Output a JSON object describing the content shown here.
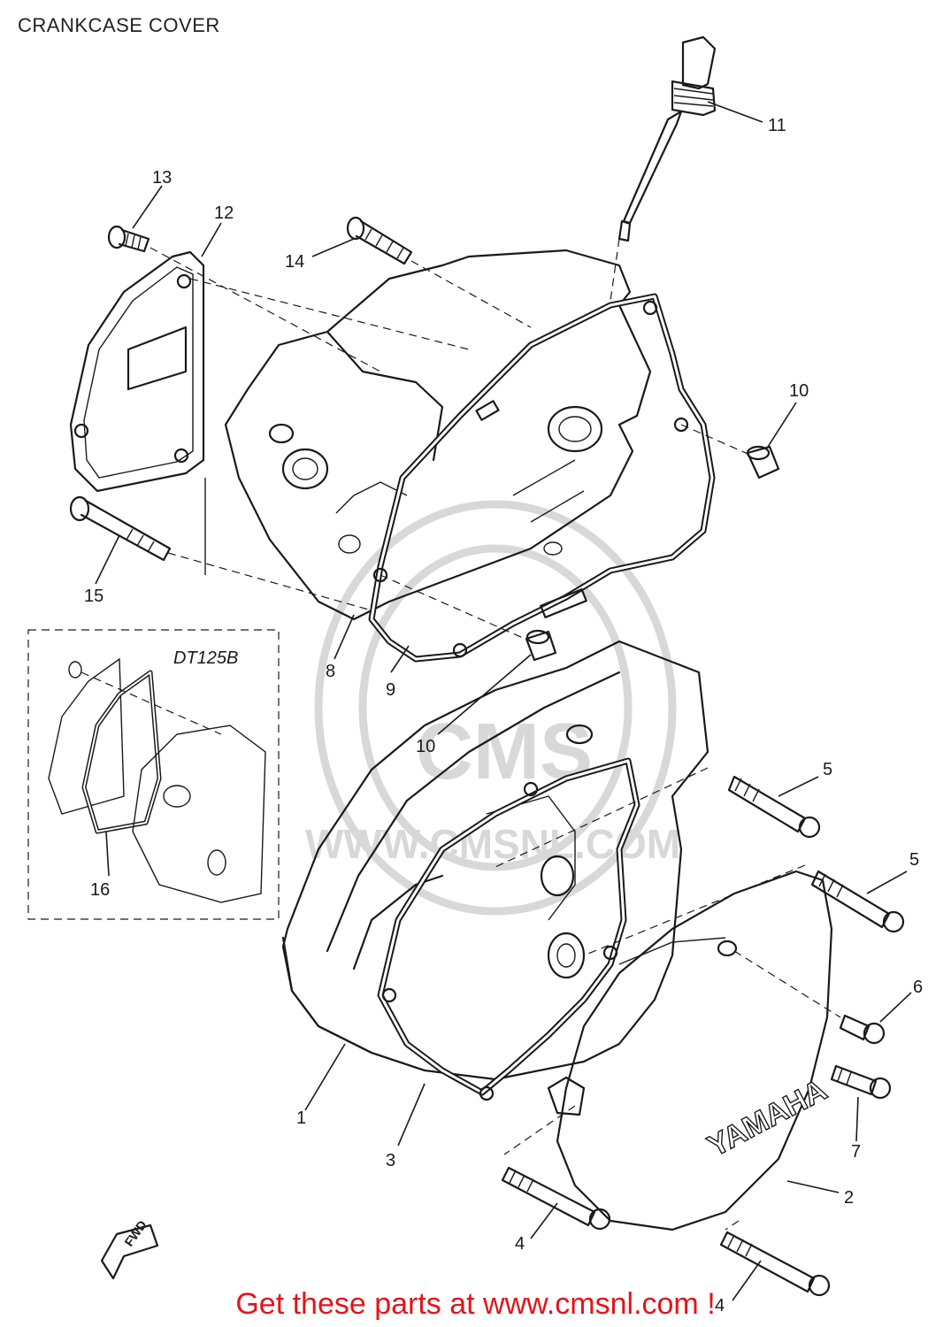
{
  "title": "CRANKCASE COVER",
  "inset_label": "DT125B",
  "brand_text": "YAMAHA",
  "fwd_text": "FWD",
  "watermark_text": "WWW.CMSNL.COM",
  "watermark_logo": "CMS",
  "promo_text": "Get these parts at www.cmsnl.com !",
  "colors": {
    "promo": "#e4141b",
    "line": "#1a1a1a",
    "watermark": "#d8d8d8"
  },
  "callouts": {
    "p1": "1",
    "p2": "2",
    "p3": "3",
    "p4a": "4",
    "p4b": "4",
    "p5a": "5",
    "p5b": "5",
    "p6": "6",
    "p7": "7",
    "p8": "8",
    "p9": "9",
    "p10a": "10",
    "p10b": "10",
    "p11": "11",
    "p12": "12",
    "p13": "13",
    "p14": "14",
    "p15": "15",
    "p16": "16"
  }
}
